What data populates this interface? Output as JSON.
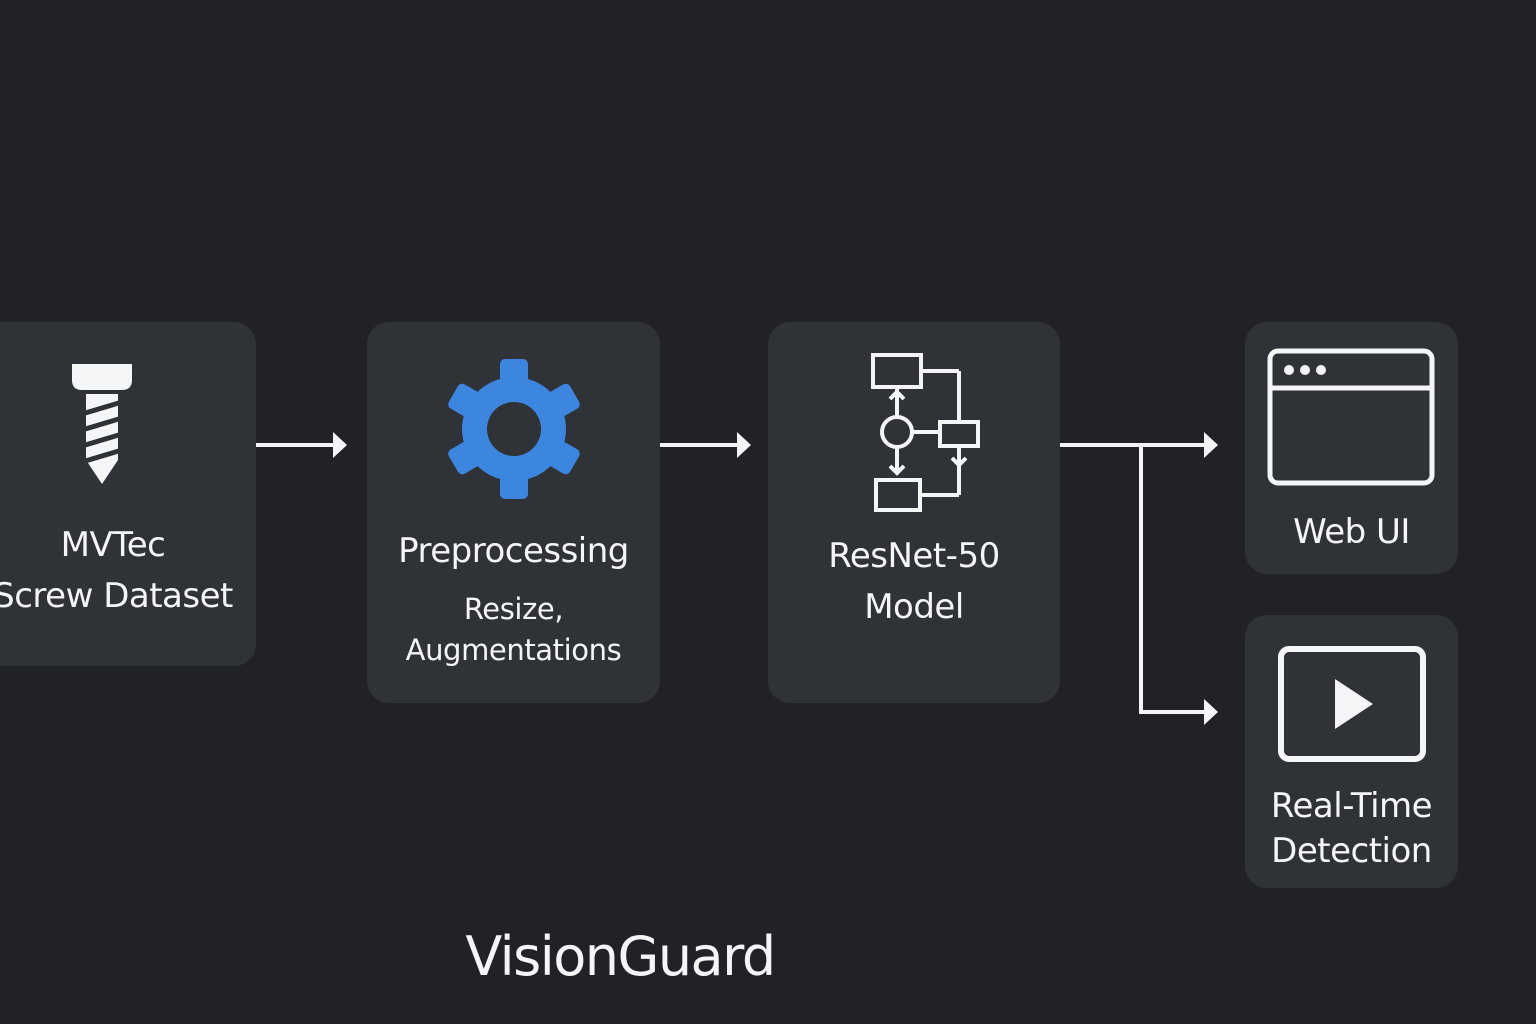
{
  "diagram": {
    "title": "VisionGuard",
    "nodes": {
      "dataset": {
        "label_line1": "MVTec",
        "label_line2": "Screw Dataset",
        "icon": "screw-icon"
      },
      "preprocessing": {
        "label": "Preprocessing",
        "sub_line1": "Resize,",
        "sub_line2": "Augmentations",
        "icon": "gear-icon"
      },
      "model": {
        "label_line1": "ResNet-50",
        "label_line2": "Model",
        "icon": "flowchart-icon"
      },
      "web_ui": {
        "label": "Web UI",
        "icon": "browser-window-icon"
      },
      "realtime": {
        "label_line1": "Real-Time",
        "label_line2": "Detection",
        "icon": "video-play-icon"
      }
    },
    "edges": [
      {
        "from": "dataset",
        "to": "preprocessing"
      },
      {
        "from": "preprocessing",
        "to": "model"
      },
      {
        "from": "model",
        "to": "web_ui"
      },
      {
        "from": "model",
        "to": "realtime"
      }
    ],
    "colors": {
      "background": "#202227",
      "card": "#2f3237",
      "text": "#f4f5f7",
      "accent": "#3d86e0"
    }
  }
}
